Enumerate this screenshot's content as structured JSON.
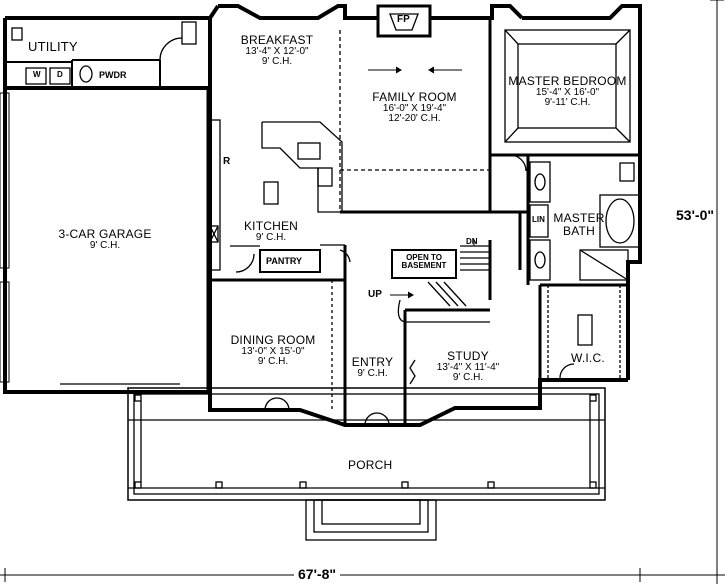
{
  "rooms": {
    "utility": "UTILITY",
    "washer": "W",
    "dryer": "D",
    "powder": "PWDR",
    "garage": {
      "name": "3-CAR GARAGE",
      "ceiling": "9' C.H."
    },
    "breakfast": {
      "name": "BREAKFAST",
      "size": "13'-4\" X 12'-0\"",
      "ceiling": "9' C.H."
    },
    "fireplace": "FP",
    "family": {
      "name": "FAMILY ROOM",
      "size": "16'-0\" X 19'-4\"",
      "ceiling": "12'-20' C.H."
    },
    "master_bedroom": {
      "name": "MASTER BEDROOM",
      "size": "15'-4\" X 16'-0\"",
      "ceiling": "9'-11' C.H."
    },
    "refrigerator": "R",
    "kitchen": {
      "name": "KITCHEN",
      "ceiling": "9' C.H."
    },
    "pantry": "PANTRY",
    "linen": "LIN",
    "master_bath": {
      "line1": "MASTER",
      "line2": "BATH"
    },
    "dn": "DN",
    "open_to_basement": {
      "line1": "OPEN TO",
      "line2": "BASEMENT"
    },
    "up": "UP",
    "dining": {
      "name": "DINING ROOM",
      "size": "13'-0\" X 15'-0\"",
      "ceiling": "9' C.H."
    },
    "entry": {
      "name": "ENTRY",
      "ceiling": "9' C.H."
    },
    "study": {
      "name": "STUDY",
      "size": "13'-4\" X 11'-4\"",
      "ceiling": "9' C.H."
    },
    "wic": "W.I.C.",
    "porch": "PORCH"
  },
  "dimensions": {
    "width": "67'-8\"",
    "depth": "53'-0\""
  }
}
